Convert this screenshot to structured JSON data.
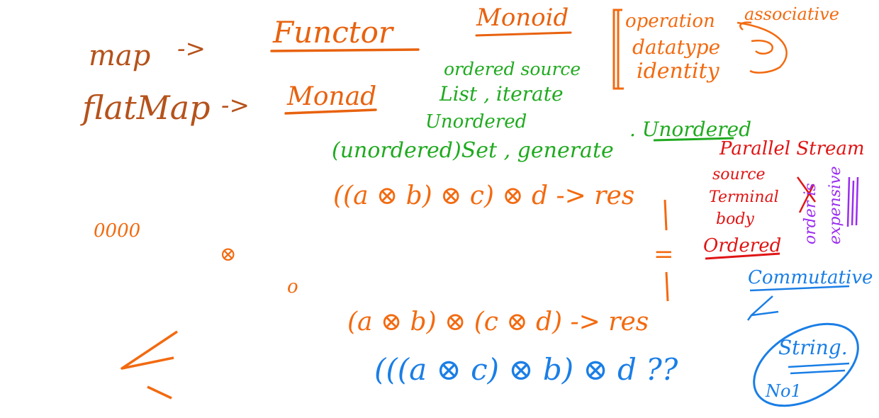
{
  "colors": {
    "brown": "#b5521b",
    "orange": "#f26a10",
    "green": "#1faa1f",
    "red": "#e01414",
    "purple": "#9a2cf0",
    "blue": "#1a7ee6"
  },
  "notes": {
    "map": "map",
    "arrow1": "->",
    "functor": "Functor",
    "flatmap": "flatMap",
    "arrow2": "->",
    "monad": "Monad",
    "monoid": "Monoid",
    "operation": "operation",
    "associative": "associative",
    "datatype": "datatype",
    "identity": "identity",
    "ordered_source": "ordered source",
    "list_iterate": "List , iterate",
    "unordered_1": "Unordered",
    "unordered_set": "(unordered)Set , generate",
    "unordered_2": ". Unordered",
    "expr1": "((a ⊗ b) ⊗ c) ⊗ d  ->   res",
    "equals": "=",
    "expr2": "(a ⊗ b) ⊗ (c ⊗ d)  ->   res",
    "expr3": "(((a  ⊗  c) ⊗ b) ⊗ d ??",
    "circles": "0000",
    "otimes": "⊗",
    "small_circle": "o",
    "parallel_stream": "Parallel Stream",
    "source": "source",
    "terminal": "Terminal",
    "body": "body",
    "ordered": "Ordered",
    "order_purple": "order is",
    "expensive": "expensive",
    "commutative": "Commutative",
    "string": "String.",
    "no1": "No1"
  }
}
